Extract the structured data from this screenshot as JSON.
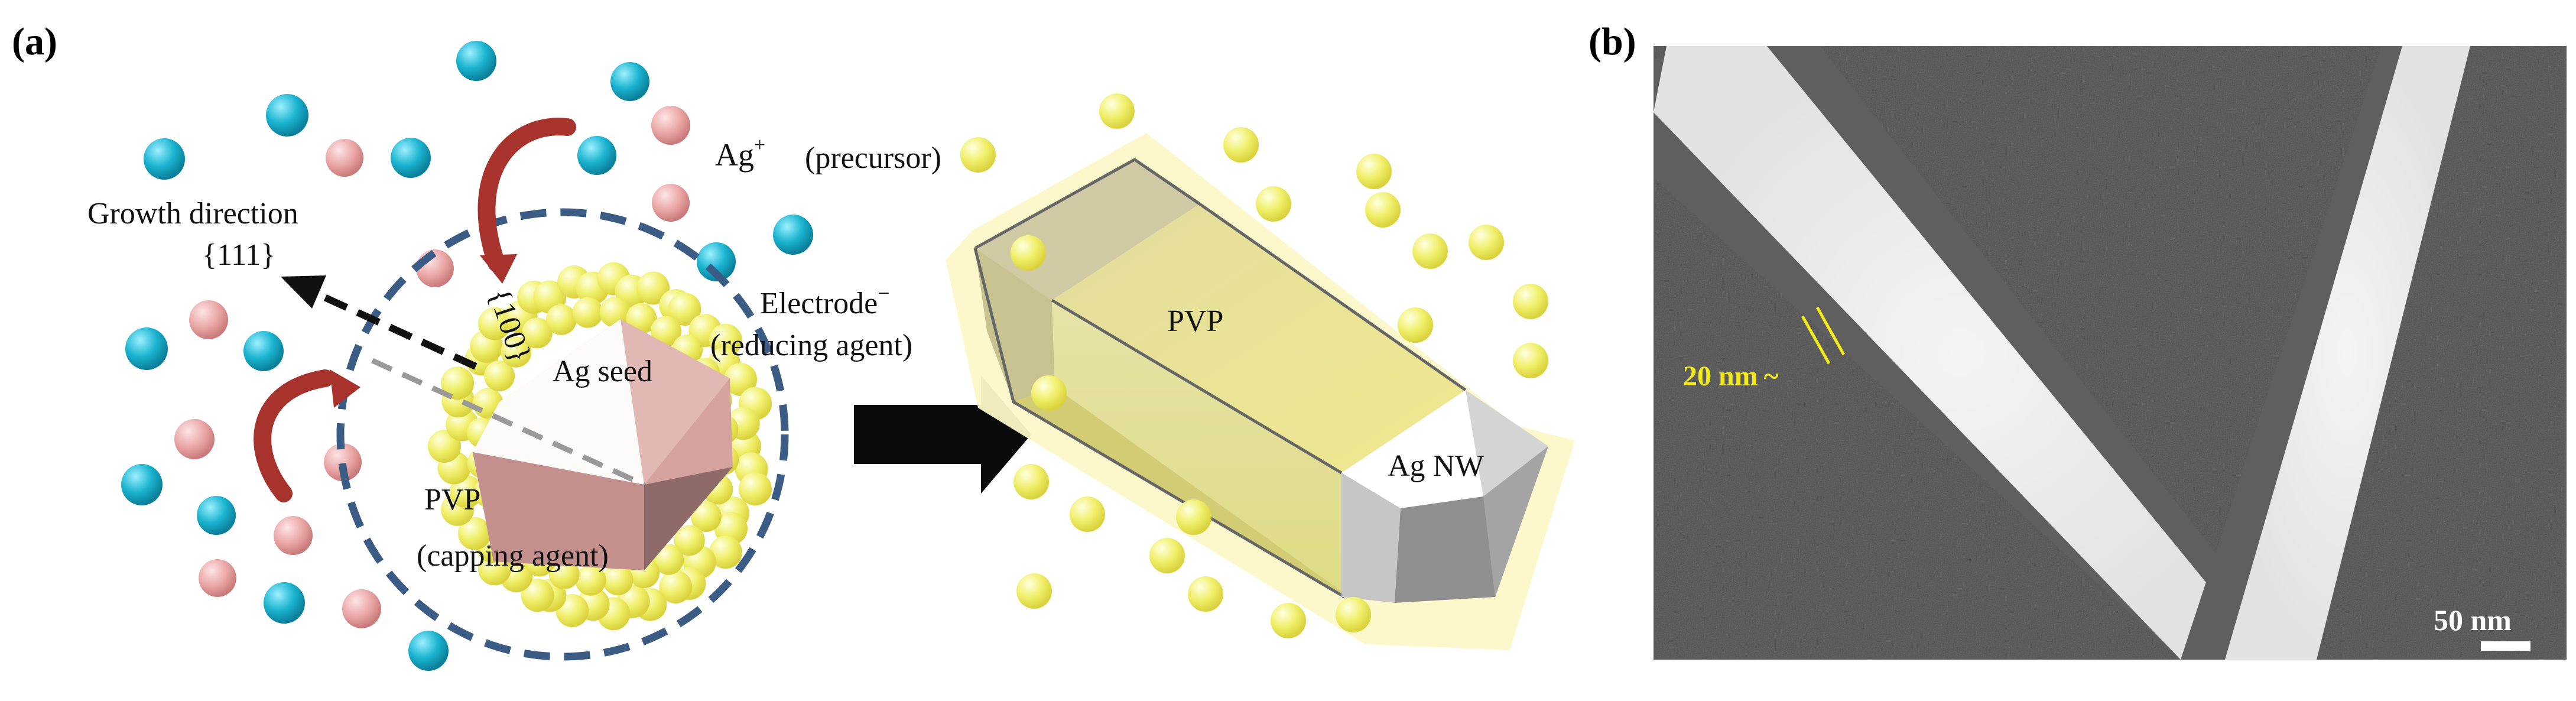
{
  "panel_a": {
    "label": "(a)",
    "ag_ion_base": "Ag",
    "ag_ion_sup": "+",
    "precursor": "(precursor)",
    "growth_line1": "Growth direction",
    "growth_line2": "{111}",
    "facet": "{100}",
    "seed": "Ag seed",
    "electrode_base": "Electrode",
    "electrode_sup": "−",
    "reducing": "(reducing  agent)",
    "pvp_capping": "PVP",
    "capping": "(capping agent)",
    "pvp_wire": "PVP",
    "ag_nw": "Ag NW"
  },
  "panel_b": {
    "label": "(b)",
    "width_annotation": "20 nm",
    "tilde": "~",
    "scale_bar": "50 nm"
  },
  "colors": {
    "ag_ion": "#1bb4d0",
    "precursor_ball": "#e9a4a4",
    "pvp_ball": "#f0ef6a",
    "arrow_red": "#a8332d",
    "dashed_circle": "#3b5c85",
    "seed_face": "#d8a9a6",
    "wire_sheath": "#fdf8c8",
    "sem_background": "#4a4a4a",
    "annotation_yellow": "#f3ea1a"
  },
  "icons": [
    "curved-arrow-icon",
    "block-arrow-icon",
    "scale-bar"
  ]
}
